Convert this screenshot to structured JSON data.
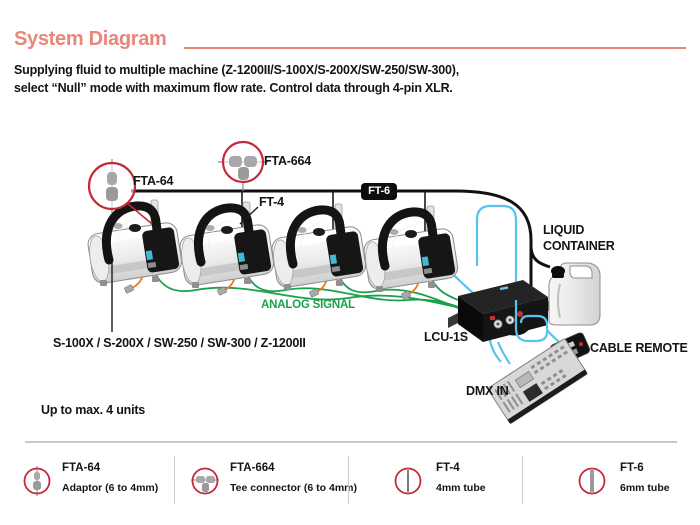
{
  "header": {
    "title": "System Diagram",
    "description_line1": "Supplying fluid to multiple machine (Z-1200II/S-100X/S-200X/SW-250/SW-300),",
    "description_line2": "select “Null” mode with maximum flow rate. Control data through 4-pin XLR."
  },
  "diagram": {
    "callouts": {
      "fta64": "FTA-64",
      "fta664": "FTA-664",
      "ft4": "FT-4",
      "ft6": "FT-6"
    },
    "labels": {
      "liquid_container": "LIQUID CONTAINER",
      "lcu": "LCU-1S",
      "cable_remote": "CABLE REMOTE",
      "dmx_in": "DMX IN",
      "analog_signal": "ANALOG SIGNAL",
      "models": "S-100X / S-200X / SW-250 / SW-300 / Z-1200II",
      "max_units": "Up to max. 4 units"
    },
    "machine_count": 4
  },
  "legend": {
    "items": [
      {
        "code": "FTA-64",
        "desc": "Adaptor (6 to 4mm)",
        "icon": "adaptor-icon"
      },
      {
        "code": "FTA-664",
        "desc": "Tee connector (6 to 4mm)",
        "icon": "tee-connector-icon"
      },
      {
        "code": "FT-4",
        "desc": "4mm tube",
        "icon": "tube-4mm-icon"
      },
      {
        "code": "FT-6",
        "desc": "6mm tube",
        "icon": "tube-6mm-icon"
      }
    ]
  },
  "colors": {
    "accent": "#E8867A",
    "magnifier_red": "#C4293A",
    "analog_green": "#1AA14D",
    "tube_blue": "#58C3EC",
    "connector_orange": "#E87C1F"
  }
}
